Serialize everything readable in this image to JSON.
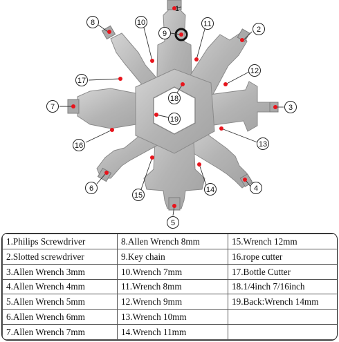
{
  "colors": {
    "steel": "#b8b8b8",
    "steel_edge": "#8a8a8a",
    "marker": "#e8141c",
    "ink": "#111111"
  },
  "callout_numbers": [
    "1",
    "2",
    "3",
    "4",
    "5",
    "6",
    "7",
    "8",
    "9",
    "10",
    "11",
    "12",
    "13",
    "14",
    "15",
    "16",
    "17",
    "18",
    "19"
  ],
  "legend": {
    "columns": [
      [
        "1.Philips Screwdriver",
        "2.Slotted screwdriver",
        "3.Allen Wrench 3mm",
        "4.Allen Wrench 4mm",
        "5.Allen Wrench 5mm",
        "6.Allen Wrench 6mm",
        "7.Allen Wrench 7mm"
      ],
      [
        "8.Allen Wrench 8mm",
        "9.Key chain",
        "10.Wrench 7mm",
        "11.Wrench 8mm",
        "12.Wrench 9mm",
        "13.Wrench 10mm",
        "14.Wrench 11mm"
      ],
      [
        "15.Wrench 12mm",
        "16.rope cutter",
        "17.Bottle Cutter",
        "18.1/4inch  7/16inch",
        "19.Back:Wrench 14mm",
        "",
        ""
      ]
    ]
  }
}
